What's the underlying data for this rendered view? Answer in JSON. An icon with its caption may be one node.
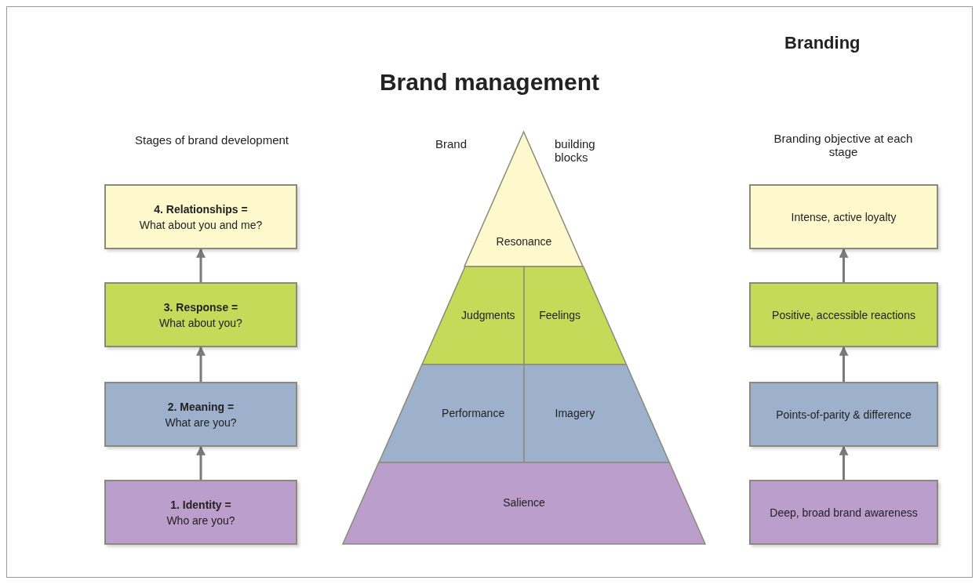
{
  "diagram": {
    "title": "Brand management",
    "nodes": [
      {
        "text": [
          "4. Relationships =",
          "What about you and me?"
        ]
      },
      {
        "text": [
          "3. Response =",
          "What about you?"
        ]
      },
      {
        "text": [
          "2. Meaning =",
          "What are you?"
        ]
      },
      {
        "text": [
          "1. Identity =",
          "Who are you?"
        ]
      },
      {
        "text": [
          "Resonance"
        ]
      },
      {
        "text": [
          "Judgments"
        ]
      },
      {
        "text": [
          "Feelings"
        ]
      },
      {
        "text": [
          "Performance"
        ]
      },
      {
        "text": [
          "Imagery"
        ]
      },
      {
        "text": [
          "Salience"
        ]
      },
      {
        "text": [
          "Intense, active loyalty"
        ]
      },
      {
        "text": [
          "Positive, accessible reactions"
        ]
      },
      {
        "text": [
          "Points-of-parity & difference"
        ]
      },
      {
        "text": [
          "Deep, broad brand awareness"
        ]
      }
    ],
    "edges": [
      {
        "from": 3,
        "to": 2,
        "arrow": "to"
      },
      {
        "from": 2,
        "to": 1,
        "arrow": "to"
      },
      {
        "from": 1,
        "to": 0,
        "arrow": "to"
      },
      {
        "from": 13,
        "to": 12,
        "arrow": "to"
      },
      {
        "from": 12,
        "to": 11,
        "arrow": "to"
      },
      {
        "from": 11,
        "to": 10,
        "arrow": "to"
      }
    ],
    "labels": [
      "Branding",
      "Stages of brand development",
      "Brand",
      "building blocks",
      "Branding objective at each stage"
    ]
  }
}
